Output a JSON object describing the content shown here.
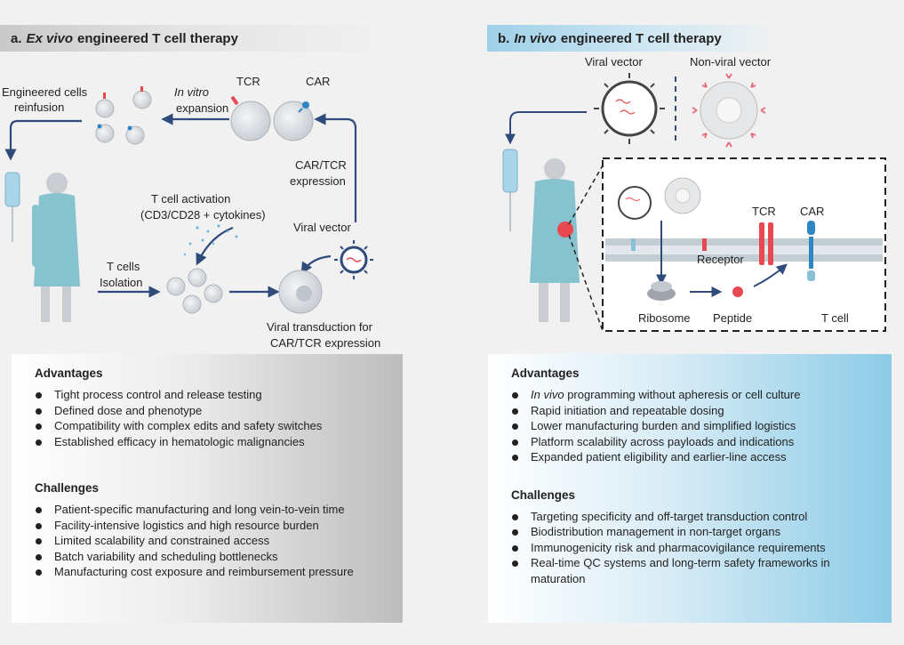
{
  "panel_a": {
    "title_prefix": "a.",
    "title_italic": "Ex vivo",
    "title_rest": "engineered T cell therapy",
    "labels": {
      "engineered_cells": "Engineered cells",
      "reinfusion": "reinfusion",
      "in_vitro": "In vitro",
      "expansion": "expansion",
      "tcr": "TCR",
      "car": "CAR",
      "car_tcr": "CAR/TCR",
      "expression": "expression",
      "t_cell_activation": "T cell activation",
      "cd3_cd28": "(CD3/CD28 + cytokines)",
      "viral_vector": "Viral vector",
      "t_cells": "T cells",
      "isolation": "Isolation",
      "viral_transduction": "Viral transduction for",
      "car_tcr_expression": "CAR/TCR expression"
    },
    "advantages_heading": "Advantages",
    "advantages": [
      "Tight process control and release testing",
      "Defined dose and phenotype",
      "Compatibility with complex edits and safety switches",
      "Established efficacy in hematologic malignancies"
    ],
    "challenges_heading": "Challenges",
    "challenges": [
      "Patient-specific manufacturing and long vein-to-vein time",
      "Facility-intensive logistics and high resource burden",
      "Limited scalability and constrained access",
      "Batch variability and scheduling bottlenecks",
      "Manufacturing cost exposure and reimbursement pressure"
    ]
  },
  "panel_b": {
    "title_prefix": "b.",
    "title_italic": "In vivo",
    "title_rest": "engineered T cell therapy",
    "labels": {
      "viral_vector": "Viral vector",
      "non_viral_vector": "Non-viral vector",
      "tcr": "TCR",
      "car": "CAR",
      "receptor": "Receptor",
      "ribosome": "Ribosome",
      "peptide": "Peptide",
      "t_cell": "T cell"
    },
    "advantages_heading": "Advantages",
    "advantages_first_italic": "In vivo",
    "advantages_first_rest": " programming without apheresis or cell culture",
    "advantages": [
      "Rapid initiation and repeatable dosing",
      "Lower manufacturing burden and simplified logistics",
      "Platform scalability across payloads and indications",
      "Expanded patient eligibility and earlier-line access"
    ],
    "challenges_heading": "Challenges",
    "challenges": [
      "Targeting specificity and off-target transduction control",
      "Biodistribution management in non-target organs",
      "Immunogenicity risk and pharmacovigilance requirements",
      "Real-time QC systems and long-term safety frameworks in maturation"
    ]
  },
  "colors": {
    "arrow": "#2f4b7c",
    "gown": "#86c3cf",
    "cell": "#d9dde2",
    "accent_red": "#e8484f",
    "accent_blue": "#2f86c4"
  }
}
